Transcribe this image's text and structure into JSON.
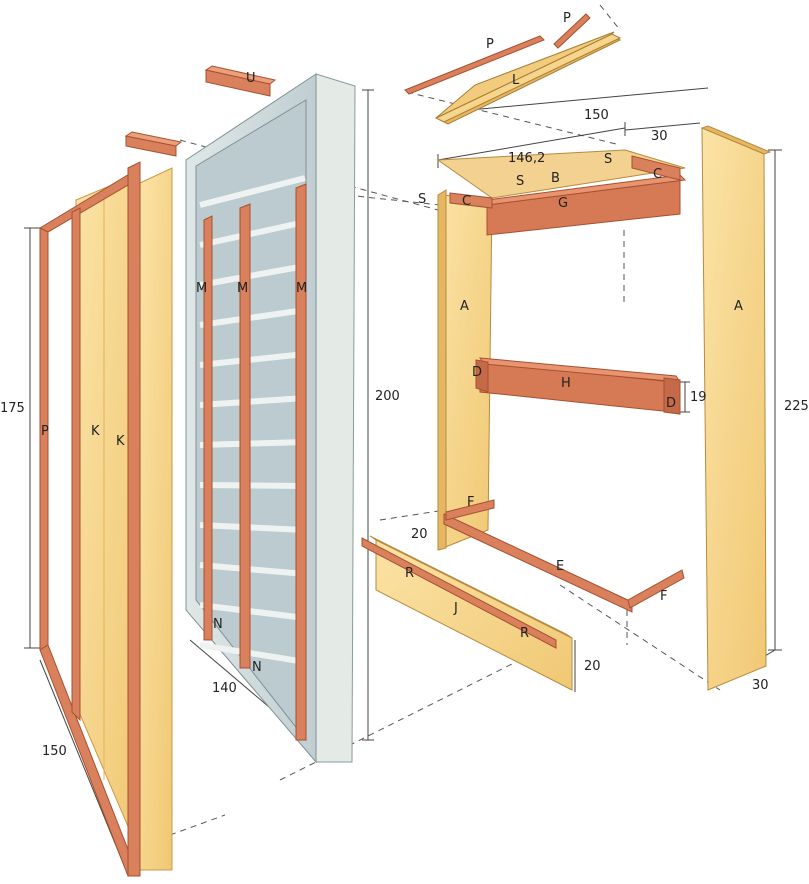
{
  "colors": {
    "plywood": "#f6d58c",
    "plywood_edge": "#e6b762",
    "timber": "#d9805c",
    "timber_dark": "#b95f3e",
    "mattress": "#c9d6da",
    "mattress_frame": "#e2e8e4",
    "ink": "#3a3a3a"
  },
  "labels": {
    "P_top": "P",
    "P_top2": "P",
    "L": "L",
    "U": "U",
    "S1": "S",
    "S2": "S",
    "S3": "S",
    "B": "B",
    "C1": "C",
    "C2": "C",
    "G": "G",
    "A1": "A",
    "A2": "A",
    "D1": "D",
    "D2": "D",
    "H": "H",
    "F1": "F",
    "F2": "F",
    "E": "E",
    "J": "J",
    "R1": "R",
    "R2": "R",
    "P_left": "P",
    "K1": "K",
    "K2": "K",
    "M1": "M",
    "M2": "M",
    "M3": "M",
    "N1": "N",
    "N2": "N"
  },
  "dimensions": {
    "d150_top": "150",
    "d30_top": "30",
    "d146": "146,2",
    "d200": "200",
    "d225": "225",
    "d175": "175",
    "d19": "19",
    "d20_left": "20",
    "d20_bottom": "20",
    "d140": "140",
    "d150_bottom": "150",
    "d30_bottom": "30"
  }
}
